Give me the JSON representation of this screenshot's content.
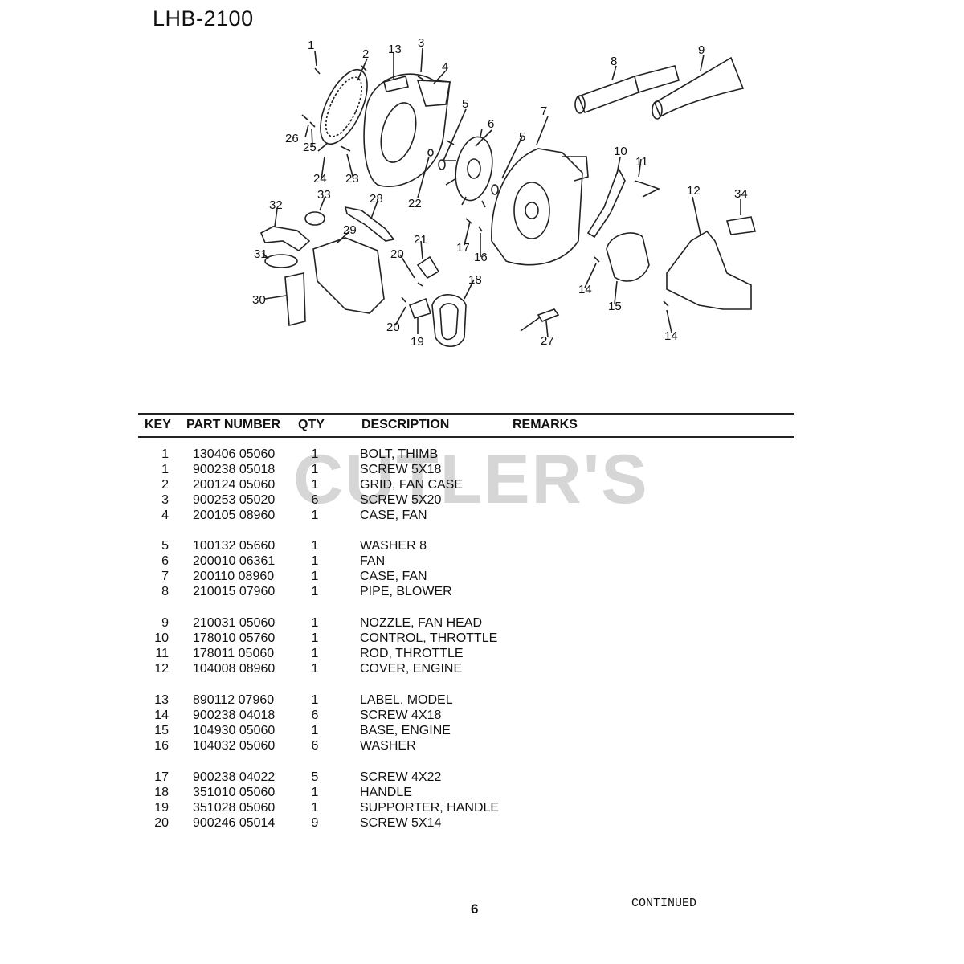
{
  "title": "LHB-2100",
  "watermark": "CUTLER'S",
  "diagram_callouts": [
    "1",
    "2",
    "13",
    "3",
    "4",
    "5",
    "6",
    "5",
    "7",
    "8",
    "9",
    "10",
    "11",
    "12",
    "34",
    "26",
    "25",
    "24",
    "23",
    "22",
    "33",
    "32",
    "28",
    "29",
    "21",
    "17",
    "16",
    "20",
    "31",
    "30",
    "18",
    "20",
    "19",
    "14",
    "15",
    "27",
    "14"
  ],
  "table": {
    "headers": {
      "key": "KEY",
      "part_number": "PART NUMBER",
      "qty": "QTY",
      "description": "DESCRIPTION",
      "remarks": "REMARKS"
    },
    "rows": [
      {
        "key": "1",
        "part_number": "130406 05060",
        "qty": "1",
        "description": "BOLT, THIMB"
      },
      {
        "key": "1",
        "part_number": "900238 05018",
        "qty": "1",
        "description": "SCREW  5X18"
      },
      {
        "key": "2",
        "part_number": "200124 05060",
        "qty": "1",
        "description": "GRID, FAN CASE"
      },
      {
        "key": "3",
        "part_number": "900253 05020",
        "qty": "6",
        "description": "SCREW  5X20"
      },
      {
        "key": "4",
        "part_number": "200105 08960",
        "qty": "1",
        "description": "CASE, FAN"
      },
      {
        "key": "5",
        "part_number": "100132 05660",
        "qty": "1",
        "description": "WASHER  8"
      },
      {
        "key": "6",
        "part_number": "200010 06361",
        "qty": "1",
        "description": "FAN"
      },
      {
        "key": "7",
        "part_number": "200110 08960",
        "qty": "1",
        "description": "CASE, FAN"
      },
      {
        "key": "8",
        "part_number": "210015 07960",
        "qty": "1",
        "description": "PIPE, BLOWER"
      },
      {
        "key": "9",
        "part_number": "210031 05060",
        "qty": "1",
        "description": "NOZZLE, FAN HEAD"
      },
      {
        "key": "10",
        "part_number": "178010 05760",
        "qty": "1",
        "description": "CONTROL, THROTTLE"
      },
      {
        "key": "11",
        "part_number": "178011 05060",
        "qty": "1",
        "description": "ROD, THROTTLE"
      },
      {
        "key": "12",
        "part_number": "104008 08960",
        "qty": "1",
        "description": "COVER, ENGINE"
      },
      {
        "key": "13",
        "part_number": "890112 07960",
        "qty": "1",
        "description": "LABEL, MODEL"
      },
      {
        "key": "14",
        "part_number": "900238 04018",
        "qty": "6",
        "description": "SCREW  4X18"
      },
      {
        "key": "15",
        "part_number": "104930 05060",
        "qty": "1",
        "description": "BASE, ENGINE"
      },
      {
        "key": "16",
        "part_number": "104032 05060",
        "qty": "6",
        "description": "WASHER"
      },
      {
        "key": "17",
        "part_number": "900238 04022",
        "qty": "5",
        "description": "SCREW  4X22"
      },
      {
        "key": "18",
        "part_number": "351010 05060",
        "qty": "1",
        "description": "HANDLE"
      },
      {
        "key": "19",
        "part_number": "351028 05060",
        "qty": "1",
        "description": "SUPPORTER, HANDLE"
      },
      {
        "key": "20",
        "part_number": "900246 05014",
        "qty": "9",
        "description": "SCREW  5X14"
      }
    ]
  },
  "footer": {
    "page_number": "6",
    "continued": "CONTINUED"
  }
}
